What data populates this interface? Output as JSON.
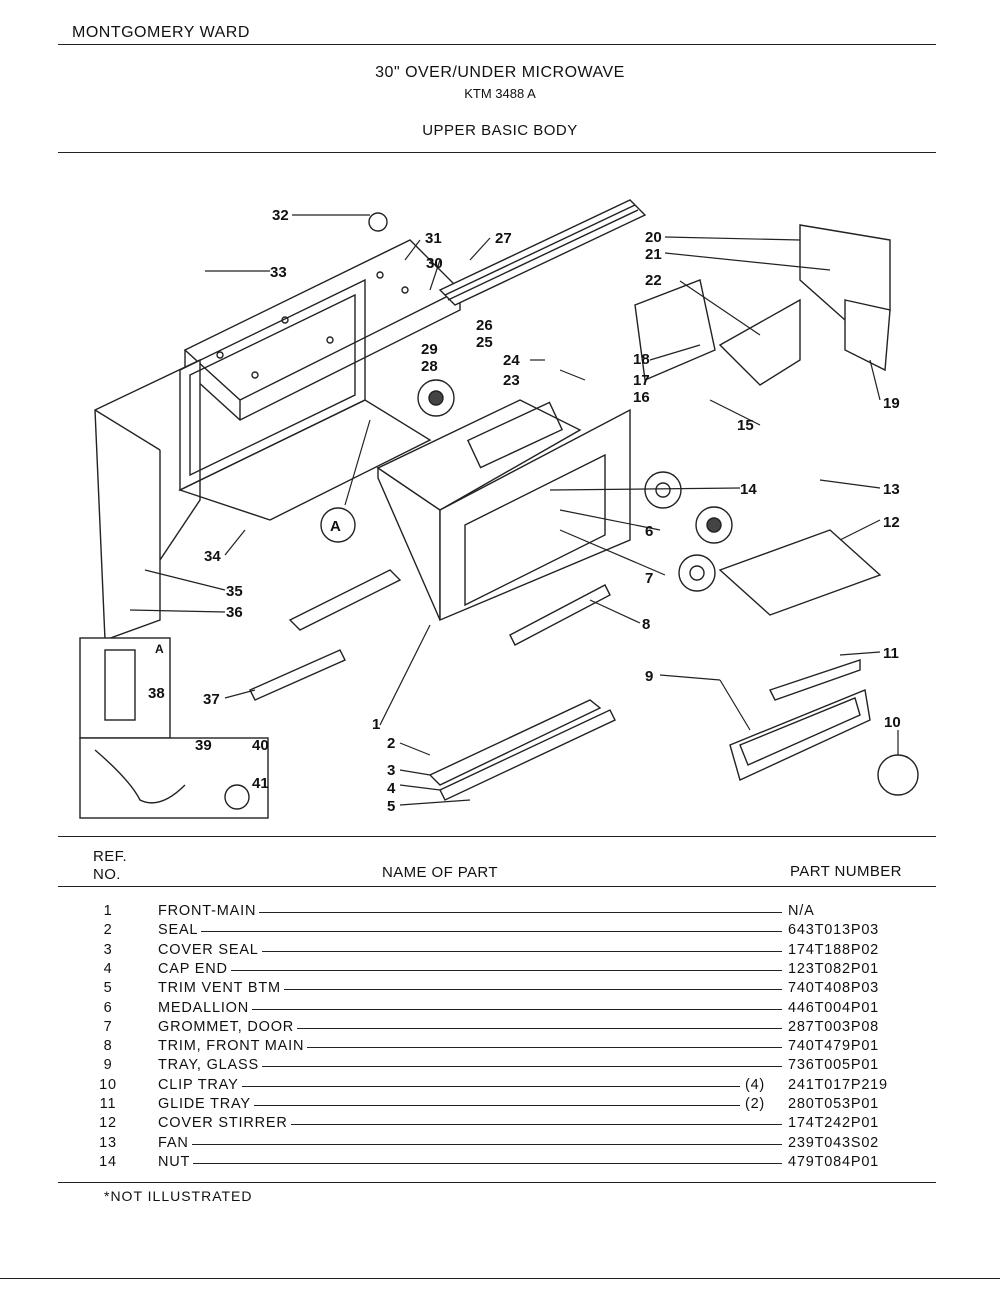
{
  "header": {
    "brand": "MONTGOMERY WARD",
    "title": "30\" OVER/UNDER MICROWAVE",
    "model": "KTM 3488 A",
    "section": "UPPER BASIC BODY"
  },
  "diagram": {
    "callouts": [
      "1",
      "2",
      "3",
      "4",
      "5",
      "6",
      "7",
      "8",
      "9",
      "10",
      "11",
      "12",
      "13",
      "14",
      "15",
      "16",
      "17",
      "18",
      "19",
      "20",
      "21",
      "22",
      "23",
      "24",
      "25",
      "26",
      "27",
      "28",
      "29",
      "30",
      "31",
      "32",
      "33",
      "34",
      "35",
      "36",
      "37",
      "38",
      "39",
      "40",
      "41"
    ],
    "detail_label": "A"
  },
  "table": {
    "col_ref_line1": "REF.",
    "col_ref_line2": "NO.",
    "col_name": "NAME OF PART",
    "col_part": "PART NUMBER",
    "rows": [
      {
        "ref": "1",
        "name": "FRONT-MAIN",
        "qty": "",
        "part": "N/A"
      },
      {
        "ref": "2",
        "name": "SEAL",
        "qty": "",
        "part": "643T013P03"
      },
      {
        "ref": "3",
        "name": "COVER SEAL",
        "qty": "",
        "part": "174T188P02"
      },
      {
        "ref": "4",
        "name": "CAP END",
        "qty": "",
        "part": "123T082P01"
      },
      {
        "ref": "5",
        "name": "TRIM VENT BTM",
        "qty": "",
        "part": "740T408P03"
      },
      {
        "ref": "6",
        "name": "MEDALLION",
        "qty": "",
        "part": "446T004P01"
      },
      {
        "ref": "7",
        "name": "GROMMET, DOOR",
        "qty": "",
        "part": "287T003P08"
      },
      {
        "ref": "8",
        "name": "TRIM, FRONT MAIN",
        "qty": "",
        "part": "740T479P01"
      },
      {
        "ref": "9",
        "name": "TRAY, GLASS",
        "qty": "",
        "part": "736T005P01"
      },
      {
        "ref": "10",
        "name": "CLIP TRAY",
        "qty": "(4)",
        "part": "241T017P219"
      },
      {
        "ref": "11",
        "name": "GLIDE TRAY",
        "qty": "(2)",
        "part": "280T053P01"
      },
      {
        "ref": "12",
        "name": "COVER STIRRER",
        "qty": "",
        "part": "174T242P01"
      },
      {
        "ref": "13",
        "name": "FAN",
        "qty": "",
        "part": "239T043S02"
      },
      {
        "ref": "14",
        "name": "NUT",
        "qty": "",
        "part": "479T084P01"
      }
    ]
  },
  "footnote": "*NOT ILLUSTRATED"
}
